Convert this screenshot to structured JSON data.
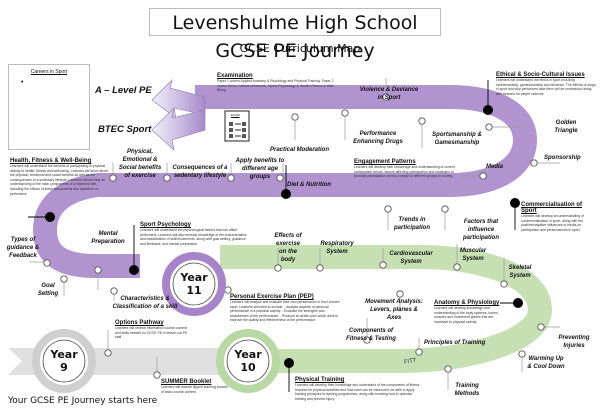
{
  "header": {
    "title": "Levenshulme High School GCSE PE Journey",
    "subtitle": "GCSE Curriculum Map"
  },
  "careers": {
    "title": "Careers in Sport",
    "bullet": "•"
  },
  "pathways": {
    "a_level": "A – Level PE",
    "btec": "BTEC Sport"
  },
  "colors": {
    "year11_track": "#b194cf",
    "year10_track": "#c6e0b4",
    "year9_track": "#e0e0e0",
    "node_fill": "#ffffff",
    "milestone_fill": "#000000"
  },
  "years": {
    "y9": {
      "line1": "Year",
      "line2": "9"
    },
    "y10": {
      "line1": "Year",
      "line2": "10"
    },
    "y11": {
      "line1": "Year",
      "line2": "11"
    }
  },
  "start_text": "Your GCSE PE Journey starts here",
  "exam_icon_label": "EXAM",
  "fitt_label": "FITT",
  "topics": {
    "practical_moderation": "Practical Moderation",
    "violence": "Violence & Deviance in Sport",
    "ped": "Performance Enhancing Drugs",
    "sportsmanship": "Sportsmanship & Gamesmanship",
    "golden_triangle": "Golden Triangle",
    "sponsorship": "Sponsorship",
    "media": "Media",
    "physical_benefits": "Physical, Emotional & Social benefits of exercise",
    "consequences": "Consequences of a sedentary lifestyle",
    "apply_benefits": "Apply benefits to different age groups",
    "diet": "Diet & Nutrition",
    "trends": "Trends in participation",
    "factors": "Factors that influence participation",
    "mental_prep": "Mental Preparation",
    "types_guidance": "Types of guidance & Feedback",
    "goal_setting": "Goal Setting",
    "characteristics": "Characteristics & Classification of a skill",
    "effects_exercise": "Effects of exercise on the body",
    "respiratory": "Respiratory System",
    "cardiovascular": "Cardiovascular System",
    "muscular": "Muscular System",
    "skeletal": "Skeletal System",
    "movement_analysis": "Movement Analysis: Levers, planes & Axes",
    "components_fitness": "Components of Fitness & Testing",
    "principles_training": "Principles of Training",
    "preventing_injuries": "Preventing Injuries",
    "warming_up": "Warming Up & Cool Down",
    "training_methods": "Training Methods"
  },
  "info_blocks": {
    "examination": {
      "heading": "Examination",
      "text": "Paper 1 covers Applied Anatomy & Physiology and Physical Training. Paper 2 covers Socio-Cultural Influences, Sports Psychology & Health, Fitness & Well-Being."
    },
    "ethical": {
      "heading": "Ethical & Socio-Cultural Issues",
      "text": "Learners will understand the ethics in sport including sportsmanship, gamesmanship and deviance. The effects of drugs in sport and why performers take them will be understood along with reasons for player violence."
    },
    "health": {
      "heading": "Health, Fitness & Well-Being",
      "text": "Learners will understand the benefits of participating in physical activity to health, fitness and well-being. Learners will know about the physical, emotional and social benefits as well as the consequences of a sedentary lifestyle. Learners will develop an understanding of the main components of a balanced diet, including the effects of these components and hydration on performers."
    },
    "engagement": {
      "heading": "Engagement Patterns",
      "text": "Learners will develop their knowledge and understanding of current participation trends, factors affecting participation and strategies to promote participation across a range of different groups in society."
    },
    "commercialisation": {
      "heading": "Commercialisation of Sport",
      "text": "Learners will develop an understanding of commercialisation in sport, along with the positive/negative influences of media on participation and performances in sport."
    },
    "sport_psychology": {
      "heading": "Sport Psychology",
      "text": "Learners will understand the psychological factors that can affect performers. Learners will also develop knowledge of the characteristics and classification of skill/movements, along with goal setting, guidance and feedback, and mental preparation."
    },
    "pep": {
      "heading": "Personal Exercise Plan (PEP)",
      "text": "Learners will analyse and evaluate their own performance in their chosen sport. Learners will need to include: - Analyse aspects of personal performance in a practical activity. - Evaluate the strengths and weaknesses of the performance. - Produce an action plan which aims to improve the quality and effectiveness of the performance."
    },
    "anatomy": {
      "heading": "Anatomy & Physiology",
      "text": "Learners will develop knowledge and understanding of the body systems, bones, muscles and movement planes that are important to physical activity."
    },
    "options": {
      "heading": "Options Pathway",
      "text": "Learners will receive information course content and skills needed for GCSE PE in lesson via PE staff"
    },
    "summer": {
      "heading": "SUMMER Booklet",
      "text": "Learners will receive flipped learning booklet of basic course content."
    },
    "physical_training": {
      "heading": "Physical Training",
      "text": "Learners will develop their knowledge and understand of the components of fitness required for physical activities and how each can be measured, be able to apply training principles to training programmes, along with knowing how to optimise training and prevent injury."
    }
  }
}
